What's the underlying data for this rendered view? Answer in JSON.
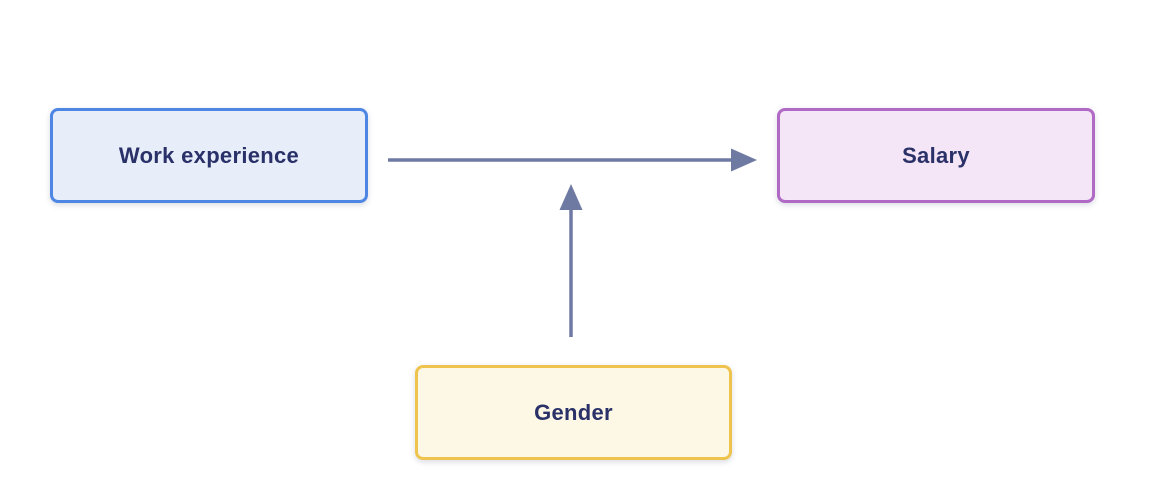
{
  "colors": {
    "background": "#FFFFFF",
    "arrow": "#6F7AA3",
    "node_text": "#2A3168"
  },
  "diagram": {
    "type": "causal-diagram",
    "nodes": [
      {
        "id": "work-experience",
        "label": "Work experience",
        "fill": "#E7EEFA",
        "border": "#4E86E4"
      },
      {
        "id": "salary",
        "label": "Salary",
        "fill": "#F4E6F6",
        "border": "#B069C4"
      },
      {
        "id": "gender",
        "label": "Gender",
        "fill": "#FDF7E6",
        "border": "#EFC44E"
      }
    ],
    "edges": [
      {
        "from": "work-experience",
        "to": "salary",
        "style": "arrow"
      },
      {
        "from": "gender",
        "to": "work-experience-salary-arrow",
        "style": "arrow"
      }
    ]
  }
}
